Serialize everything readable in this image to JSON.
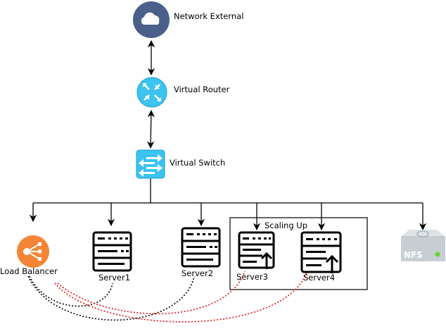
{
  "nodes": {
    "network_external": "Network External",
    "virtual_router": "Virtual Router",
    "virtual_switch": "Virtual Switch",
    "load_balancer": "Load Balancer",
    "server1": "Server1",
    "server2": "Server2",
    "server3": "Server3",
    "server4": "Server4",
    "nfs": "NFS"
  },
  "groups": {
    "scaling_up": "Scaling Up"
  },
  "icons": {
    "network_external": "cloud-icon",
    "virtual_router": "router-icon",
    "virtual_switch": "switch-icon",
    "load_balancer": "load-balancer-icon",
    "server": "server-icon",
    "server_scaling": "server-scale-up-icon",
    "nfs": "nfs-storage-icon"
  },
  "colors": {
    "cloud": "#4a5f8a",
    "router": "#3cc3f0",
    "switch": "#3cc3f0",
    "load_balancer": "#f58536",
    "dotted_black": "#000000",
    "dotted_red": "#e01010",
    "nfs": "#c8cfd3"
  }
}
